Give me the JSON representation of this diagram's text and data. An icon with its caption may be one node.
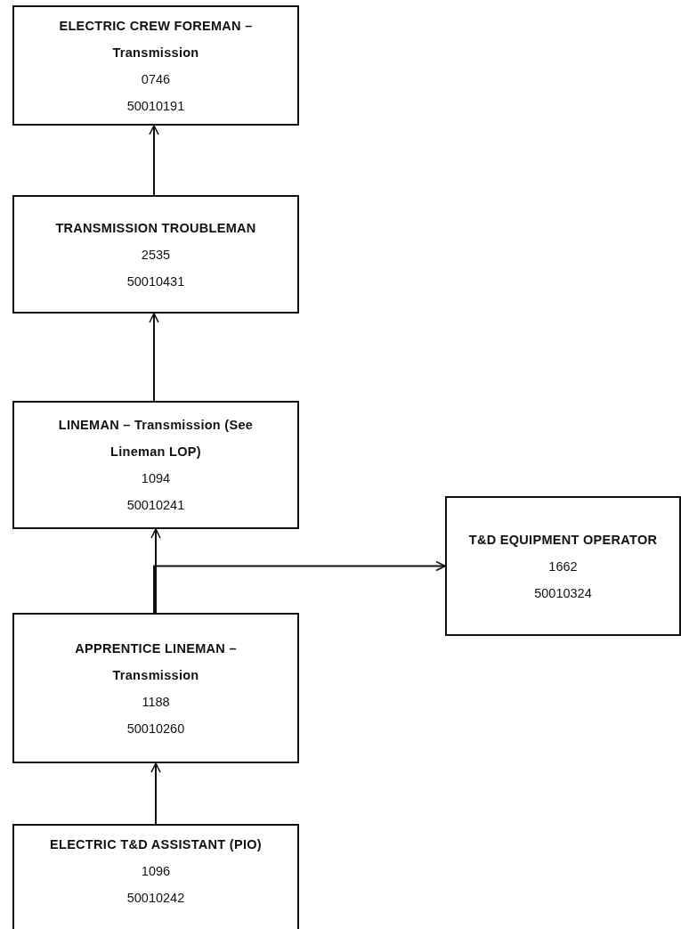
{
  "diagram": {
    "nodes": [
      {
        "text": [
          "ELECTRIC CREW FOREMAN – Transmission",
          "0746",
          "50010191"
        ]
      },
      {
        "text": [
          "TRANSMISSION TROUBLEMAN",
          "2535",
          "50010431"
        ]
      },
      {
        "text": [
          "LINEMAN – Transmission (See Lineman LOP)",
          "1094",
          "50010241"
        ]
      },
      {
        "text": [
          "T&D EQUIPMENT OPERATOR",
          "1662",
          "50010324"
        ]
      },
      {
        "text": [
          "APPRENTICE LINEMAN – Transmission",
          "1188",
          "50010260"
        ]
      },
      {
        "text": [
          "ELECTRIC T&D ASSISTANT (PIO)",
          "1096",
          "50010242"
        ]
      }
    ],
    "edges": [
      {
        "from": 1,
        "to": 0,
        "arrow": "to"
      },
      {
        "from": 2,
        "to": 1,
        "arrow": "to"
      },
      {
        "from": 4,
        "to": 2,
        "arrow": "to"
      },
      {
        "from": 4,
        "to": 3,
        "arrow": "to"
      },
      {
        "from": 5,
        "to": 4,
        "arrow": "to"
      }
    ]
  }
}
